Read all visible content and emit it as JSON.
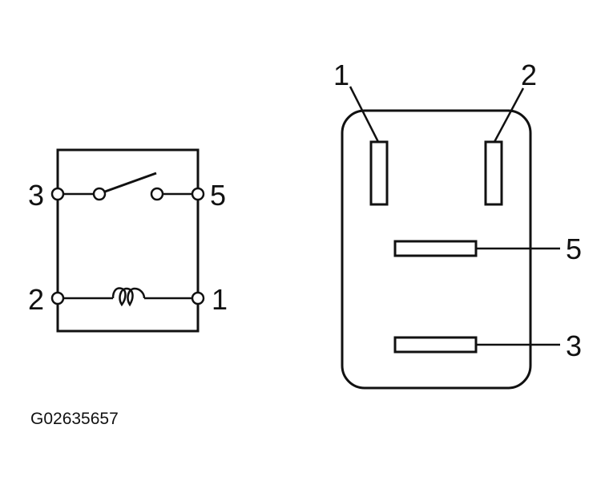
{
  "schematic": {
    "pins": {
      "p3": "3",
      "p5": "5",
      "p2": "2",
      "p1": "1"
    }
  },
  "connector": {
    "pins": {
      "p1": "1",
      "p2": "2",
      "p5": "5",
      "p3": "3"
    }
  },
  "footer": {
    "code": "G02635657"
  }
}
